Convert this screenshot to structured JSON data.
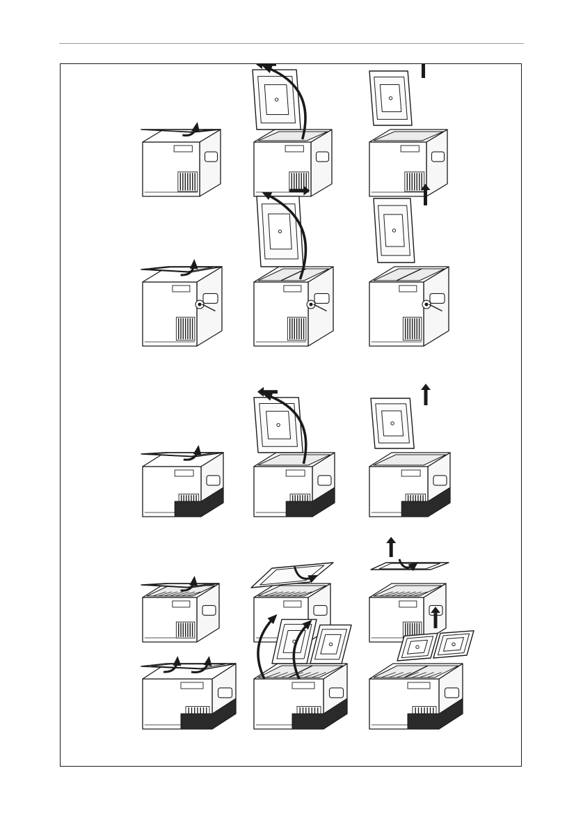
{
  "page": {
    "accent_color": "#1a1a1a",
    "rule_color": "#9a9a9a"
  },
  "figure": {
    "rows": [
      {
        "panels": [
          {
            "model": "compact",
            "action": "lid-open",
            "arrows": [
              "curved-open"
            ]
          },
          {
            "model": "compact",
            "action": "lid-hinge-tilt",
            "arrows": [
              "curved-long",
              "straight-left"
            ]
          },
          {
            "model": "compact",
            "action": "lid-lift-off",
            "arrows": [
              "straight-up"
            ]
          }
        ]
      },
      {
        "panels": [
          {
            "model": "cube",
            "action": "lid-open",
            "arrows": [
              "curved-open"
            ]
          },
          {
            "model": "cube",
            "action": "lid-hinge-tilt",
            "arrows": [
              "curved-long",
              "straight-right"
            ]
          },
          {
            "model": "cube",
            "action": "lid-lift-off",
            "arrows": [
              "straight-up"
            ]
          }
        ]
      },
      {
        "panels": [
          {
            "model": "medium",
            "action": "lid-open",
            "arrows": [
              "curved-open"
            ]
          },
          {
            "model": "medium",
            "action": "lid-hinge-tilt",
            "arrows": [
              "curved-long",
              "straight-left"
            ]
          },
          {
            "model": "medium",
            "action": "lid-lift-off",
            "arrows": [
              "straight-up"
            ]
          }
        ]
      },
      {
        "panels": [
          {
            "model": "basket",
            "action": "lid-open",
            "arrows": [
              "curved-open"
            ]
          },
          {
            "model": "basket",
            "action": "lid-rotate",
            "arrows": [
              "curved-short"
            ]
          },
          {
            "model": "basket",
            "action": "lid-lift-off",
            "arrows": [
              "straight-up",
              "curved-short"
            ]
          }
        ]
      },
      {
        "panels": [
          {
            "model": "dual-zone",
            "action": "lids-open",
            "arrows": [
              "curved-open",
              "curved-open"
            ]
          },
          {
            "model": "dual-zone",
            "action": "lids-hinge-tilt",
            "arrows": [
              "curved-long",
              "curved-long",
              "straight-right",
              "straight-right"
            ]
          },
          {
            "model": "dual-zone",
            "action": "lids-lift-off",
            "arrows": [
              "straight-up"
            ]
          }
        ]
      }
    ]
  }
}
